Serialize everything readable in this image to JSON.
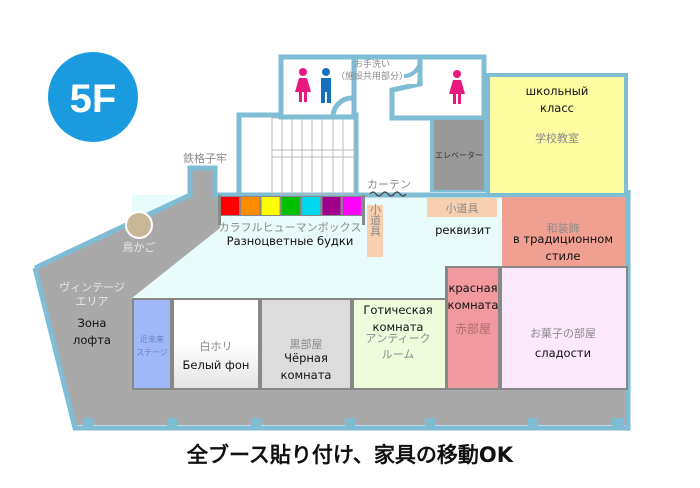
{
  "floor_badge": "5F",
  "labels": {
    "handwash_1": "お手洗い",
    "handwash_2": "（施設共用部分）",
    "iron_cage": "鉄格子牢",
    "curtain": "カーテン",
    "elevator": "エレベーター",
    "bird_cage": "鳥かご",
    "vintage_jp_1": "ヴィンテージ",
    "vintage_jp_2": "エリア",
    "vintage_ru_1": "Зона",
    "vintage_ru_2": "лофта",
    "colorful_jp": "カラフルヒューマンボックス",
    "colorful_ru": "Разноцветные будки",
    "small_props_v": "小道具",
    "small_props_h": "小道具",
    "props_ru": "реквизит",
    "school_ru_1": "школьный",
    "school_ru_2": "класс",
    "school_jp": "学校教室",
    "traditional_jp": "和装飾",
    "traditional_ru_1": "в традиционном",
    "traditional_ru_2": "стиле",
    "future_stage_1": "近未来",
    "future_stage_2": "ステージ",
    "white_jp": "白ホリ",
    "white_ru": "Белый фон",
    "black_jp": "黒部屋",
    "black_ru_1": "Чёрная",
    "black_ru_2": "комната",
    "gothic_ru_1": "Готическая",
    "gothic_ru_2": "комната",
    "antique_jp_1": "アンティーク",
    "antique_jp_2": "ルーム",
    "red_ru_1": "красная",
    "red_ru_2": "комната",
    "red_jp": "赤部屋",
    "sweets_jp": "お菓子の部屋",
    "sweets_ru": "сладости"
  },
  "footer": "全ブース貼り付け、家具の移動OK",
  "colors": {
    "badge": "#1a9be0",
    "wall": "#7fbdd4",
    "booths": [
      "#ff0000",
      "#ff8c00",
      "#ffff00",
      "#00c000",
      "#00d8f0",
      "#a0008c",
      "#ff00ff"
    ]
  }
}
